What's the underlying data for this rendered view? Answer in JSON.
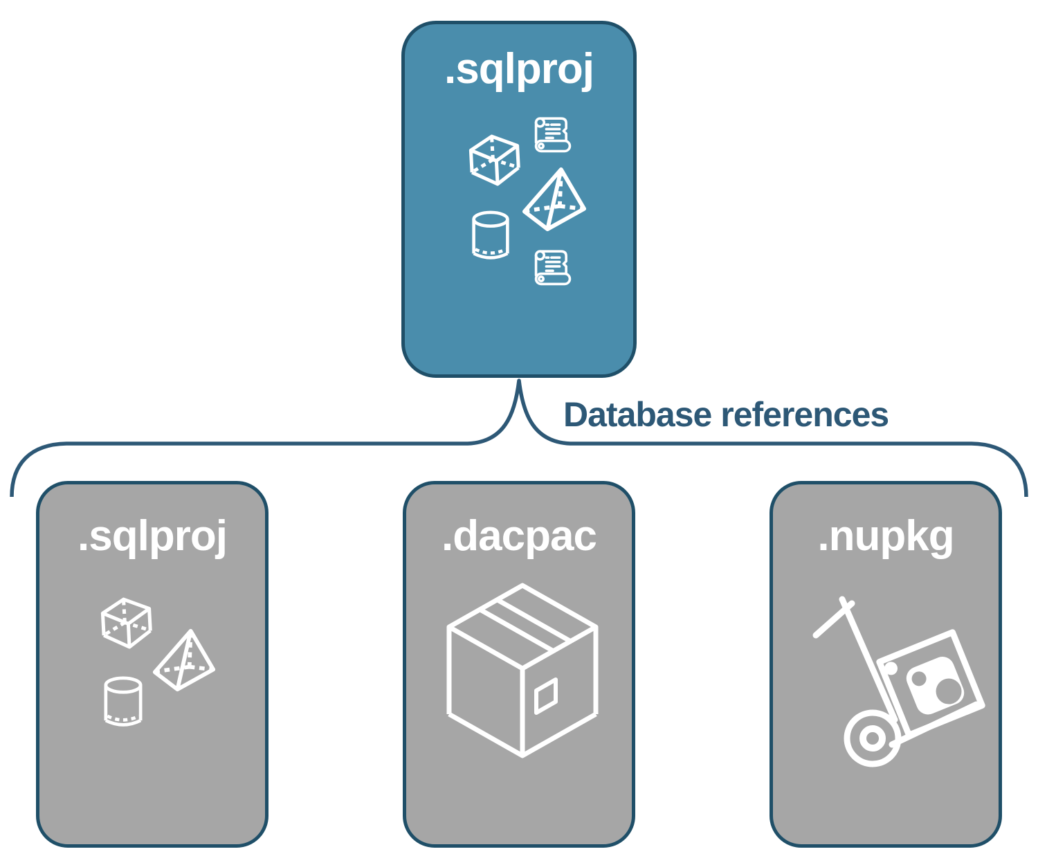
{
  "diagram": {
    "parent": {
      "label": ".sqlproj",
      "icons": [
        "cube-icon",
        "scroll-icon",
        "pyramid-icon",
        "cylinder-icon",
        "scroll-icon"
      ]
    },
    "connector_label": "Database references",
    "children": [
      {
        "label": ".sqlproj",
        "icons": [
          "cube-icon",
          "pyramid-icon",
          "cylinder-icon"
        ]
      },
      {
        "label": ".dacpac",
        "icons": [
          "package-box-icon"
        ]
      },
      {
        "label": ".nupkg",
        "icons": [
          "nuget-hand-truck-icon"
        ]
      }
    ],
    "colors": {
      "parent_fill": "#4a8dac",
      "child_fill": "#a6a6a6",
      "box_border": "#1f4f68",
      "connector_line": "#2d5876",
      "connector_label_text": "#2d5876",
      "icon_and_title": "#ffffff",
      "background": "#ffffff"
    }
  }
}
